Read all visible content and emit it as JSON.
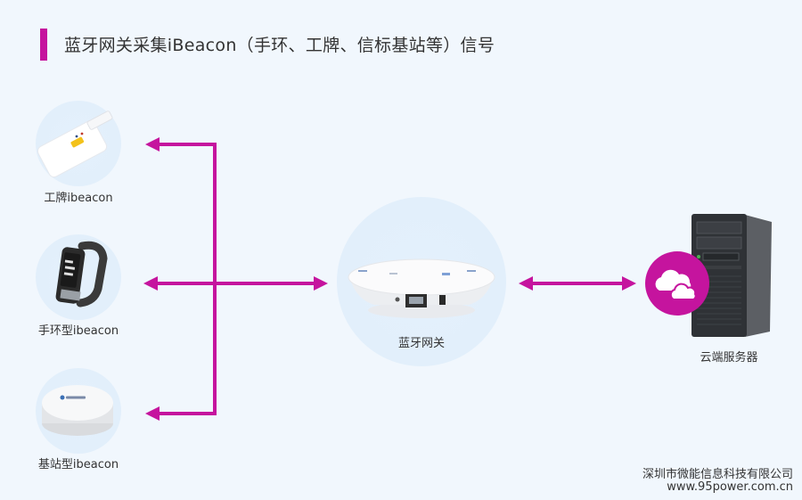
{
  "header": {
    "title": "蓝牙网关采集iBeacon（手环、工牌、信标基站等）信号",
    "accent_color": "#c5149e"
  },
  "devices": [
    {
      "label": "工牌ibeacon",
      "icon": "badge-beacon-icon"
    },
    {
      "label": "手环型ibeacon",
      "icon": "wristband-beacon-icon"
    },
    {
      "label": "基站型ibeacon",
      "icon": "base-station-beacon-icon"
    }
  ],
  "gateway": {
    "label": "蓝牙网关",
    "icon": "bluetooth-gateway-icon"
  },
  "server": {
    "label": "云端服务器",
    "icon": "server-tower-icon",
    "badge_icon": "cloud-icon"
  },
  "footer": {
    "company": "深圳市微能信息科技有限公司",
    "website": "www.95power.com.cn"
  },
  "colors": {
    "background": "#f1f7fd",
    "arrow": "#c5149e",
    "circle": "#e2effb"
  }
}
